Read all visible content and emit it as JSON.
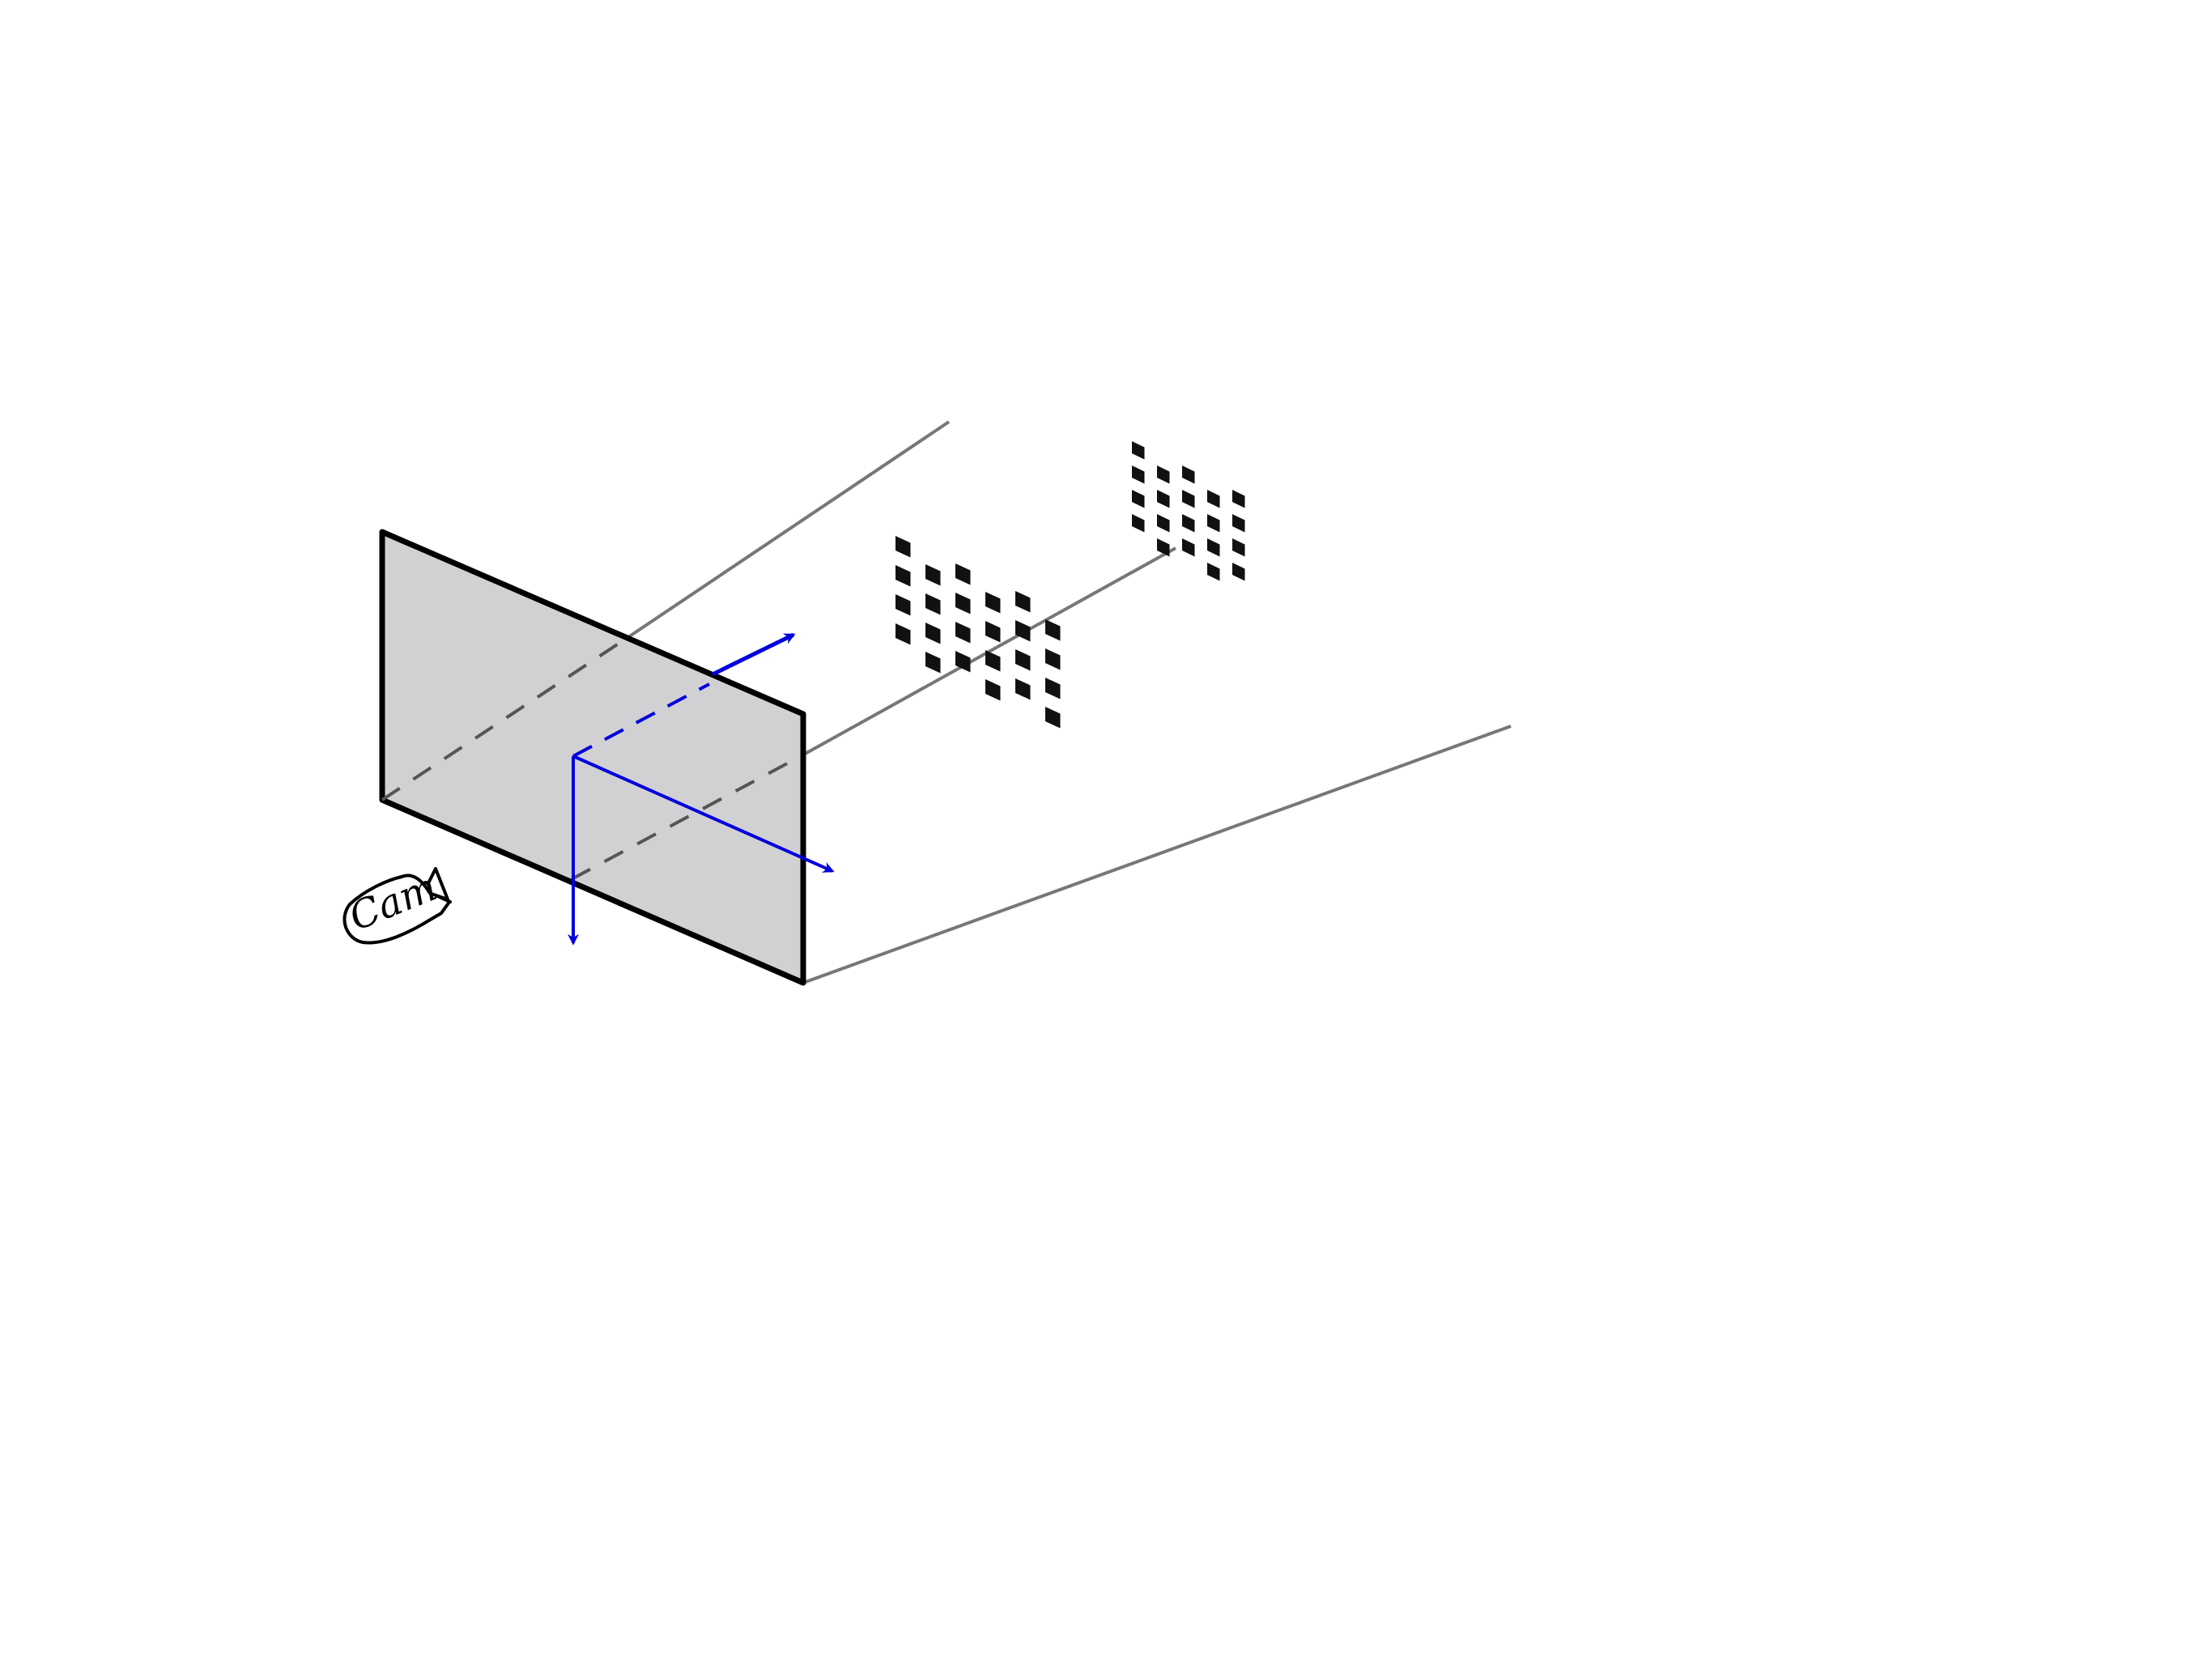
{
  "diagram": {
    "camera_label": "Cam",
    "camera_icon": "camera-icon",
    "colors": {
      "background": "#ffffff",
      "image_plane_fill": "#d1d1d4",
      "image_plane_stroke": "#000000",
      "guide_lines": "#777777",
      "dashed_lines": "#555555",
      "axes": "#0000dd",
      "checker": "#111111"
    },
    "checkerboards": [
      {
        "name": "near-checkerboard",
        "rows": 8,
        "cols": 6
      },
      {
        "name": "far-checkerboard",
        "rows": 8,
        "cols": 5
      }
    ]
  }
}
